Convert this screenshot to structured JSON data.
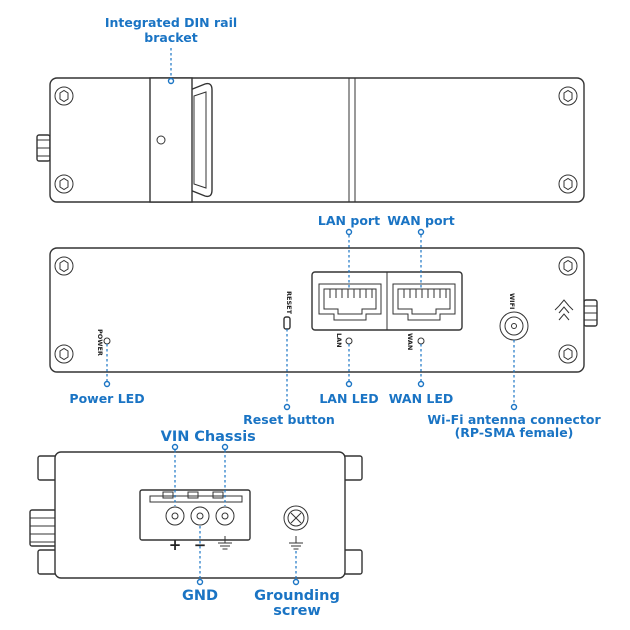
{
  "labels": {
    "din_rail_line1": "Integrated DIN rail",
    "din_rail_line2": "bracket",
    "lan_port": "LAN port",
    "wan_port": "WAN port",
    "power_led": "Power LED",
    "reset_button": "Reset button",
    "lan_led": "LAN LED",
    "wan_led": "WAN LED",
    "wifi_line1": "Wi-Fi antenna connector",
    "wifi_line2": "(RP-SMA female)",
    "vin": "VIN",
    "chassis": "Chassis",
    "gnd": "GND",
    "grounding_line1": "Grounding",
    "grounding_line2": "screw"
  },
  "device_text": {
    "reset": "RESET",
    "power": "POWER",
    "lan": "LAN",
    "wan": "WAN",
    "wifi": "WIFI"
  },
  "terminal_symbols": {
    "plus": "+",
    "minus": "−"
  },
  "colors": {
    "callout": "#1a74c4",
    "outline": "#333333",
    "background": "#ffffff"
  },
  "icons": [
    "hex-screw-icon",
    "rj45-port-icon",
    "rp-sma-connector-icon",
    "ground-symbol-icon",
    "brand-logo-icon",
    "cross-screw-icon"
  ]
}
